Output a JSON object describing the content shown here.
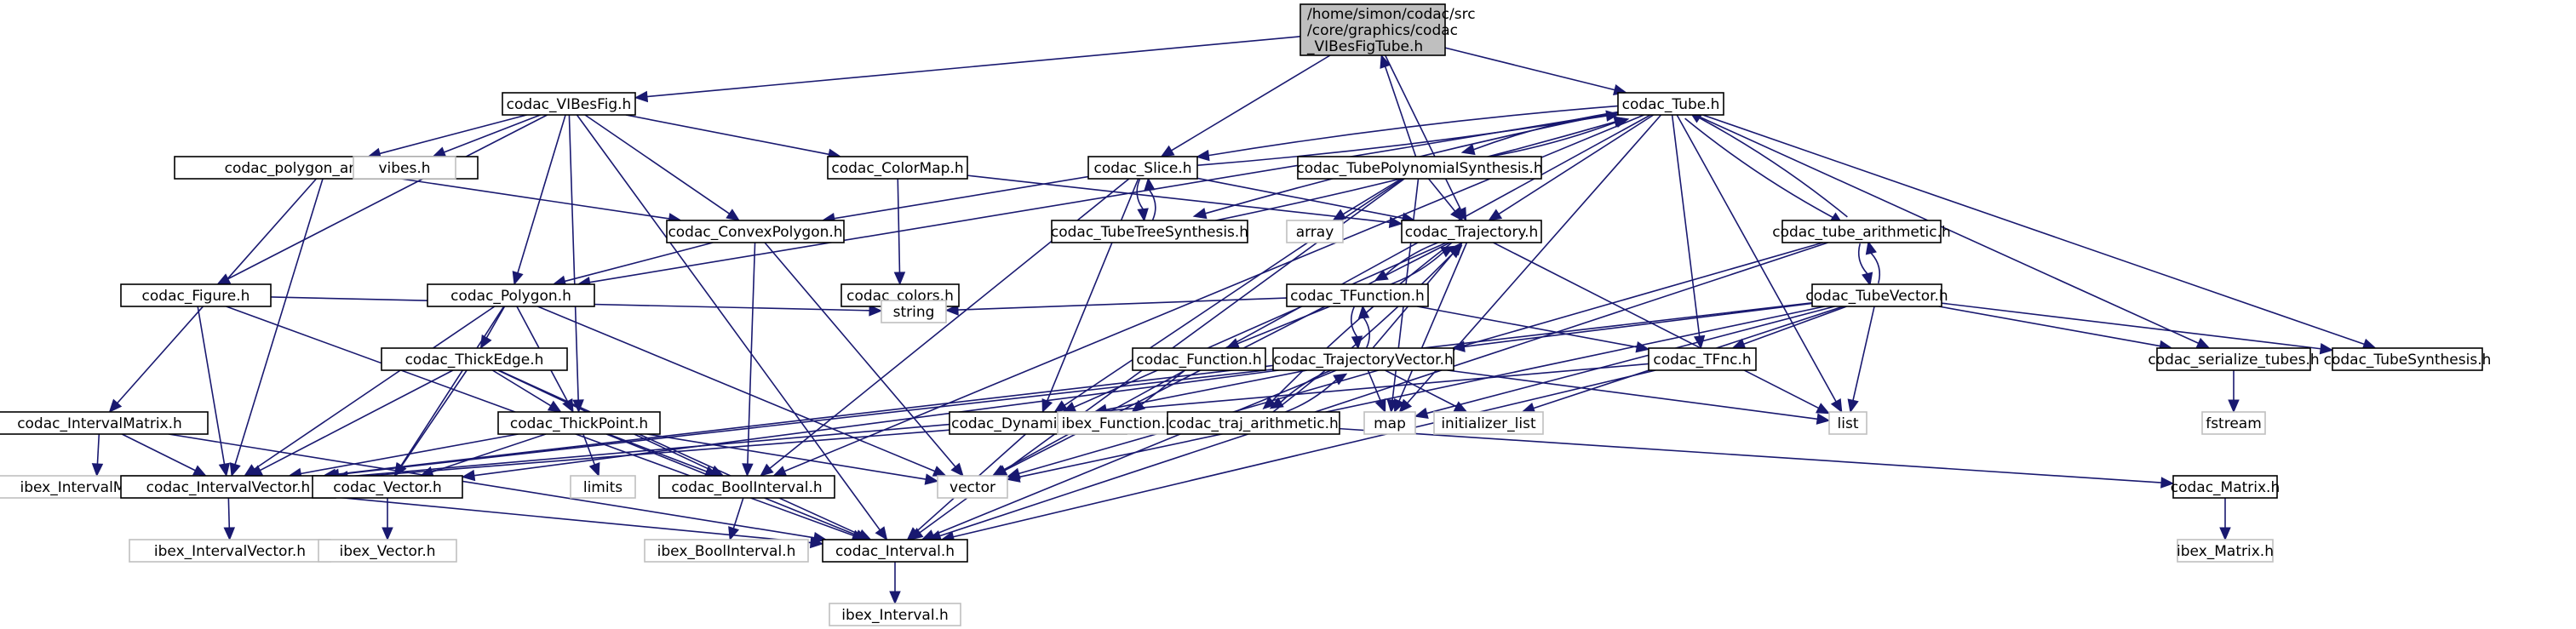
{
  "title": "codac_VIBesFigTube.h include dependency graph",
  "colors": {
    "edge": "#191970",
    "root_fill": "#bfbfbf",
    "local_border": "#000000",
    "system_border": "#bfbfbf"
  },
  "nodes": [
    {
      "id": "root",
      "kind": "root",
      "lines": [
        "/home/simon/codac/src",
        "/core/graphics/codac",
        "_VIBesFigTube.h"
      ]
    },
    {
      "id": "VIBesFig",
      "kind": "local",
      "lines": [
        "codac_VIBesFig.h"
      ]
    },
    {
      "id": "Tube",
      "kind": "local",
      "lines": [
        "codac_Tube.h"
      ]
    },
    {
      "id": "polygon_arith",
      "kind": "local",
      "lines": [
        "codac_polygon_arithmetic.h"
      ]
    },
    {
      "id": "vibes",
      "kind": "sys",
      "lines": [
        "vibes.h"
      ]
    },
    {
      "id": "ColorMap",
      "kind": "local",
      "lines": [
        "codac_ColorMap.h"
      ]
    },
    {
      "id": "Slice",
      "kind": "local",
      "lines": [
        "codac_Slice.h"
      ]
    },
    {
      "id": "TubePoly",
      "kind": "local",
      "lines": [
        "codac_TubePolynomialSynthesis.h"
      ]
    },
    {
      "id": "ConvexPolygon",
      "kind": "local",
      "lines": [
        "codac_ConvexPolygon.h"
      ]
    },
    {
      "id": "TubeTree",
      "kind": "local",
      "lines": [
        "codac_TubeTreeSynthesis.h"
      ]
    },
    {
      "id": "array",
      "kind": "sys",
      "lines": [
        "array"
      ]
    },
    {
      "id": "Trajectory",
      "kind": "local",
      "lines": [
        "codac_Trajectory.h"
      ]
    },
    {
      "id": "tube_arith",
      "kind": "local",
      "lines": [
        "codac_tube_arithmetic.h"
      ]
    },
    {
      "id": "Figure",
      "kind": "local",
      "lines": [
        "codac_Figure.h"
      ]
    },
    {
      "id": "Polygon",
      "kind": "local",
      "lines": [
        "codac_Polygon.h"
      ]
    },
    {
      "id": "colors",
      "kind": "local",
      "lines": [
        "codac_colors.h"
      ]
    },
    {
      "id": "TFunction",
      "kind": "local",
      "lines": [
        "codac_TFunction.h"
      ]
    },
    {
      "id": "TubeVector",
      "kind": "local",
      "lines": [
        "codac_TubeVector.h"
      ]
    },
    {
      "id": "string",
      "kind": "sys",
      "lines": [
        "string"
      ]
    },
    {
      "id": "ThickEdge",
      "kind": "local",
      "lines": [
        "codac_ThickEdge.h"
      ]
    },
    {
      "id": "Function",
      "kind": "local",
      "lines": [
        "codac_Function.h"
      ]
    },
    {
      "id": "TrajVector",
      "kind": "local",
      "lines": [
        "codac_TrajectoryVector.h"
      ]
    },
    {
      "id": "TFnc",
      "kind": "local",
      "lines": [
        "codac_TFnc.h"
      ]
    },
    {
      "id": "serialize",
      "kind": "local",
      "lines": [
        "codac_serialize_tubes.h"
      ]
    },
    {
      "id": "TubeSynth",
      "kind": "local",
      "lines": [
        "codac_TubeSynthesis.h"
      ]
    },
    {
      "id": "IntervalMatrix",
      "kind": "local",
      "lines": [
        "codac_IntervalMatrix.h"
      ]
    },
    {
      "id": "ThickPoint",
      "kind": "local",
      "lines": [
        "codac_ThickPoint.h"
      ]
    },
    {
      "id": "DynItem",
      "kind": "local",
      "lines": [
        "codac_DynamicalItem.h"
      ]
    },
    {
      "id": "ibex_Function",
      "kind": "sys",
      "lines": [
        "ibex_Function.h"
      ]
    },
    {
      "id": "traj_arith",
      "kind": "local",
      "lines": [
        "codac_traj_arithmetic.h"
      ]
    },
    {
      "id": "map",
      "kind": "sys",
      "lines": [
        "map"
      ]
    },
    {
      "id": "init_list",
      "kind": "sys",
      "lines": [
        "initializer_list"
      ]
    },
    {
      "id": "list",
      "kind": "sys",
      "lines": [
        "list"
      ]
    },
    {
      "id": "fstream",
      "kind": "sys",
      "lines": [
        "fstream"
      ]
    },
    {
      "id": "ibex_IntervalMatrix",
      "kind": "sys",
      "lines": [
        "ibex_IntervalMatrix.h"
      ]
    },
    {
      "id": "IntervalVector",
      "kind": "local",
      "lines": [
        "codac_IntervalVector.h"
      ]
    },
    {
      "id": "Vector",
      "kind": "local",
      "lines": [
        "codac_Vector.h"
      ]
    },
    {
      "id": "limits",
      "kind": "sys",
      "lines": [
        "limits"
      ]
    },
    {
      "id": "BoolInterval",
      "kind": "local",
      "lines": [
        "codac_BoolInterval.h"
      ]
    },
    {
      "id": "vector",
      "kind": "sys",
      "lines": [
        "vector"
      ]
    },
    {
      "id": "Matrix",
      "kind": "local",
      "lines": [
        "codac_Matrix.h"
      ]
    },
    {
      "id": "ibex_IntervalVector",
      "kind": "sys",
      "lines": [
        "ibex_IntervalVector.h"
      ]
    },
    {
      "id": "ibex_Vector",
      "kind": "sys",
      "lines": [
        "ibex_Vector.h"
      ]
    },
    {
      "id": "ibex_BoolInterval",
      "kind": "sys",
      "lines": [
        "ibex_BoolInterval.h"
      ]
    },
    {
      "id": "Interval",
      "kind": "local",
      "lines": [
        "codac_Interval.h"
      ]
    },
    {
      "id": "ibex_Matrix",
      "kind": "sys",
      "lines": [
        "ibex_Matrix.h"
      ]
    },
    {
      "id": "ibex_Interval",
      "kind": "sys",
      "lines": [
        "ibex_Interval.h"
      ]
    }
  ],
  "edges": [
    [
      "root",
      "VIBesFig"
    ],
    [
      "root",
      "Tube"
    ],
    [
      "root",
      "Slice"
    ],
    [
      "root",
      "Trajectory"
    ],
    [
      "TubePoly",
      "root"
    ],
    [
      "VIBesFig",
      "polygon_arith"
    ],
    [
      "VIBesFig",
      "vibes"
    ],
    [
      "VIBesFig",
      "ColorMap"
    ],
    [
      "VIBesFig",
      "ConvexPolygon"
    ],
    [
      "VIBesFig",
      "Figure"
    ],
    [
      "VIBesFig",
      "Polygon"
    ],
    [
      "VIBesFig",
      "ThickPoint"
    ],
    [
      "VIBesFig",
      "Interval"
    ],
    [
      "polygon_arith",
      "ConvexPolygon"
    ],
    [
      "polygon_arith",
      "IntervalMatrix"
    ],
    [
      "polygon_arith",
      "IntervalVector"
    ],
    [
      "ColorMap",
      "colors"
    ],
    [
      "ColorMap",
      "Trajectory"
    ],
    [
      "colors",
      "string"
    ],
    [
      "Tube",
      "Slice"
    ],
    [
      "Tube",
      "TubePoly"
    ],
    [
      "Tube",
      "Trajectory"
    ],
    [
      "Tube",
      "tube_arith"
    ],
    [
      "Tube",
      "TFnc"
    ],
    [
      "Tube",
      "map"
    ],
    [
      "Tube",
      "list"
    ],
    [
      "Tube",
      "serialize"
    ],
    [
      "Tube",
      "TubeSynth"
    ],
    [
      "Tube",
      "Polygon"
    ],
    [
      "Tube",
      "vector"
    ],
    [
      "Tube",
      "BoolInterval"
    ],
    [
      "Tube",
      "TubeTree"
    ],
    [
      "Slice",
      "Tube"
    ],
    [
      "Slice",
      "TubeTree"
    ],
    [
      "Slice",
      "ConvexPolygon"
    ],
    [
      "Slice",
      "Trajectory"
    ],
    [
      "Slice",
      "DynItem"
    ],
    [
      "Slice",
      "BoolInterval"
    ],
    [
      "TubeTree",
      "Slice"
    ],
    [
      "TubeTree",
      "Tube"
    ],
    [
      "TubePoly",
      "Tube"
    ],
    [
      "TubePoly",
      "array"
    ],
    [
      "TubePoly",
      "Trajectory"
    ],
    [
      "TubePoly",
      "map"
    ],
    [
      "TubePoly",
      "Interval"
    ],
    [
      "TubePoly",
      "DynItem"
    ],
    [
      "ConvexPolygon",
      "Polygon"
    ],
    [
      "ConvexPolygon",
      "BoolInterval"
    ],
    [
      "ConvexPolygon",
      "vector"
    ],
    [
      "Trajectory",
      "TFunction"
    ],
    [
      "Trajectory",
      "traj_arith"
    ],
    [
      "Trajectory",
      "map"
    ],
    [
      "Trajectory",
      "list"
    ],
    [
      "Trajectory",
      "vector"
    ],
    [
      "Trajectory",
      "DynItem"
    ],
    [
      "TFunction",
      "Trajectory"
    ],
    [
      "TFunction",
      "TrajVector"
    ],
    [
      "TFunction",
      "Function"
    ],
    [
      "TFunction",
      "TFnc"
    ],
    [
      "TFunction",
      "string"
    ],
    [
      "Function",
      "ibex_Function"
    ],
    [
      "TrajVector",
      "TFunction"
    ],
    [
      "TrajVector",
      "Trajectory"
    ],
    [
      "TrajVector",
      "traj_arith"
    ],
    [
      "TrajVector",
      "map"
    ],
    [
      "TrajVector",
      "init_list"
    ],
    [
      "TrajVector",
      "list"
    ],
    [
      "TrajVector",
      "DynItem"
    ],
    [
      "TrajVector",
      "IntervalVector"
    ],
    [
      "TrajVector",
      "Vector"
    ],
    [
      "TrajVector",
      "Interval"
    ],
    [
      "traj_arith",
      "Trajectory"
    ],
    [
      "traj_arith",
      "TrajVector"
    ],
    [
      "traj_arith",
      "Matrix"
    ],
    [
      "tube_arith",
      "Tube"
    ],
    [
      "tube_arith",
      "TubeVector"
    ],
    [
      "tube_arith",
      "Interval"
    ],
    [
      "tube_arith",
      "vector"
    ],
    [
      "TubeVector",
      "tube_arith"
    ],
    [
      "TubeVector",
      "TrajVector"
    ],
    [
      "TubeVector",
      "TFnc"
    ],
    [
      "TubeVector",
      "serialize"
    ],
    [
      "TubeVector",
      "TubeSynth"
    ],
    [
      "TubeVector",
      "list"
    ],
    [
      "TubeVector",
      "init_list"
    ],
    [
      "TubeVector",
      "map"
    ],
    [
      "TubeVector",
      "vector"
    ],
    [
      "TubeVector",
      "IntervalVector"
    ],
    [
      "TFnc",
      "Interval"
    ],
    [
      "TFnc",
      "IntervalVector"
    ],
    [
      "serialize",
      "fstream"
    ],
    [
      "Figure",
      "string"
    ],
    [
      "Figure",
      "IntervalVector"
    ],
    [
      "Figure",
      "Interval"
    ],
    [
      "Polygon",
      "ThickEdge"
    ],
    [
      "Polygon",
      "ThickPoint"
    ],
    [
      "Polygon",
      "IntervalVector"
    ],
    [
      "Polygon",
      "Vector"
    ],
    [
      "Polygon",
      "vector"
    ],
    [
      "ThickEdge",
      "ThickPoint"
    ],
    [
      "ThickEdge",
      "IntervalVector"
    ],
    [
      "ThickEdge",
      "Vector"
    ],
    [
      "ThickEdge",
      "BoolInterval"
    ],
    [
      "ThickEdge",
      "Interval"
    ],
    [
      "ThickPoint",
      "IntervalVector"
    ],
    [
      "ThickPoint",
      "Vector"
    ],
    [
      "ThickPoint",
      "limits"
    ],
    [
      "ThickPoint",
      "BoolInterval"
    ],
    [
      "ThickPoint",
      "Interval"
    ],
    [
      "ThickPoint",
      "vector"
    ],
    [
      "IntervalMatrix",
      "ibex_IntervalMatrix"
    ],
    [
      "IntervalMatrix",
      "IntervalVector"
    ],
    [
      "IntervalMatrix",
      "Interval"
    ],
    [
      "DynItem",
      "Interval"
    ],
    [
      "DynItem",
      "IntervalVector"
    ],
    [
      "IntervalVector",
      "ibex_IntervalVector"
    ],
    [
      "IntervalVector",
      "Interval"
    ],
    [
      "Vector",
      "ibex_Vector"
    ],
    [
      "BoolInterval",
      "ibex_BoolInterval"
    ],
    [
      "Matrix",
      "ibex_Matrix"
    ],
    [
      "Interval",
      "ibex_Interval"
    ]
  ]
}
